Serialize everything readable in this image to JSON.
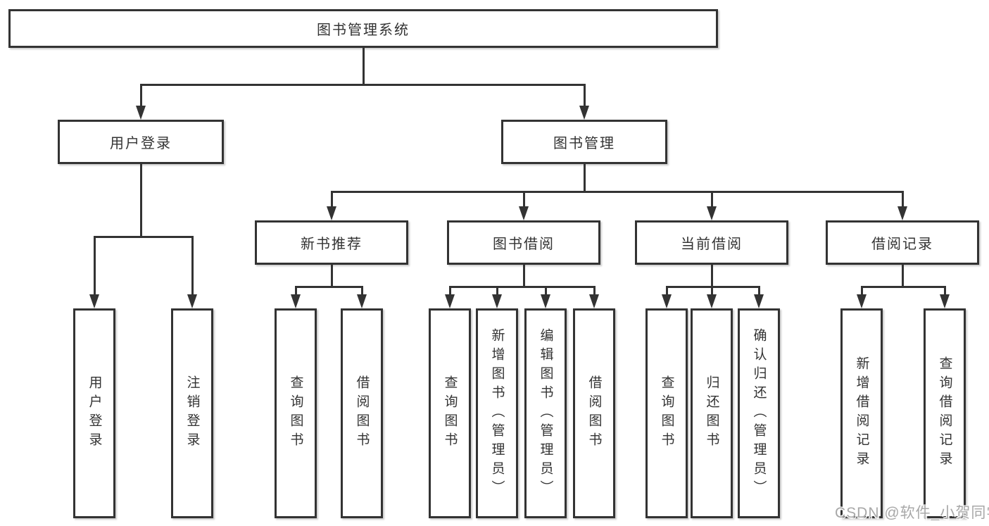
{
  "colors": {
    "line": "#333333",
    "box_border": "#333333",
    "box_fill": "#ffffff",
    "text": "#333333",
    "watermark": "#a8a8a8"
  },
  "watermark": "CSDN @软件_小贺同学",
  "tree": {
    "root": "图书管理系统",
    "branches": [
      {
        "label": "用户登录",
        "children": [
          "用户登录",
          "注销登录"
        ]
      },
      {
        "label": "图书管理",
        "children": [
          {
            "label": "新书推荐",
            "children": [
              "查询图书",
              "借阅图书"
            ]
          },
          {
            "label": "图书借阅",
            "children": [
              "查询图书",
              "新增图书（管理员）",
              "编辑图书（管理员）",
              "借阅图书"
            ]
          },
          {
            "label": "当前借阅",
            "children": [
              "查询图书",
              "归还图书",
              "确认归还（管理员）"
            ]
          },
          {
            "label": "借阅记录",
            "children": [
              "新增借阅记录",
              "查询借阅记录"
            ]
          }
        ]
      }
    ]
  }
}
